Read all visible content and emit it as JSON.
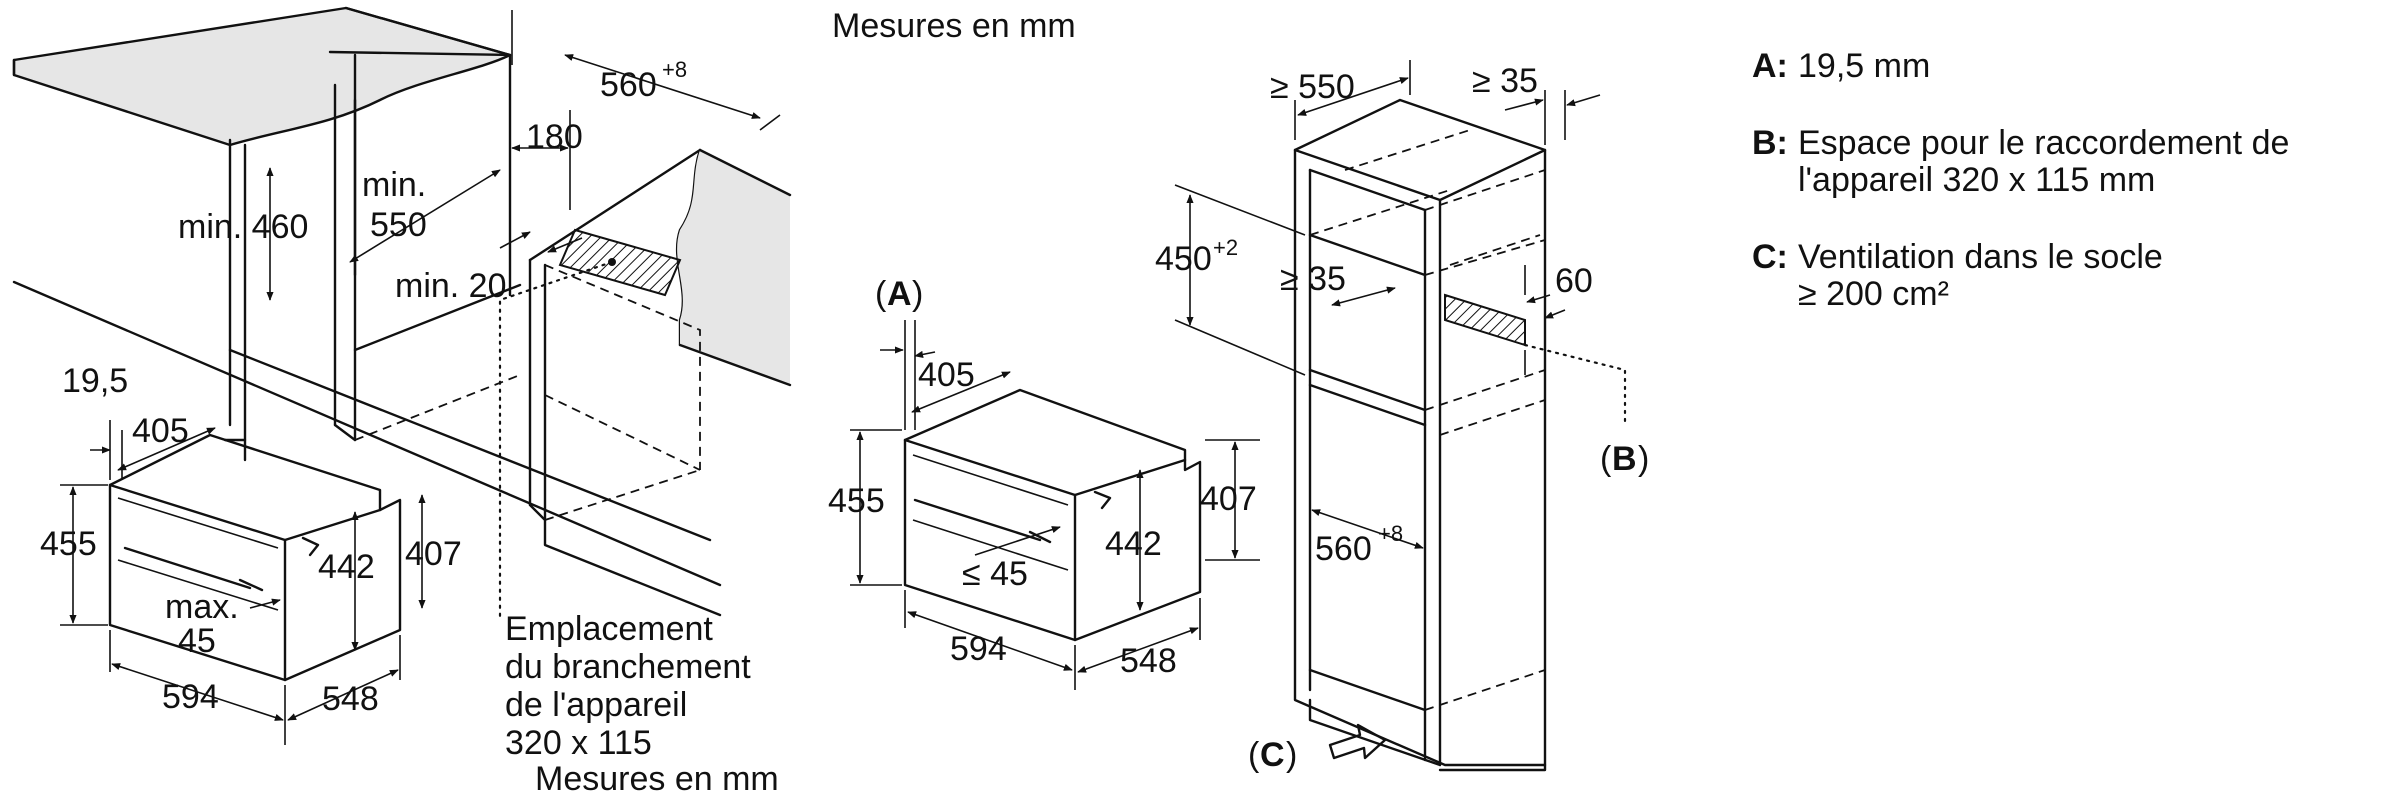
{
  "header": {
    "units_top": "Mesures en mm",
    "units_bottom": "Mesures en mm"
  },
  "left_drawing": {
    "niche": {
      "width_label": "560",
      "width_tol": "+8",
      "depth_label": "180",
      "min_word": "min.",
      "min_550": "550",
      "min_height": "min. 460",
      "min_20": "min. 20",
      "connection_note": [
        "Emplacement",
        "du branchement",
        "de l'appareil",
        "320 x 115"
      ]
    },
    "appliance": {
      "d_19_5": "19,5",
      "d_405": "405",
      "d_455": "455",
      "d_442": "442",
      "d_407": "407",
      "d_max": "max.",
      "d_45": "45",
      "d_594": "594",
      "d_548": "548"
    }
  },
  "middle_drawing": {
    "label_a": "A",
    "d_405": "405",
    "d_455": "455",
    "d_442": "442",
    "d_407": "407",
    "d_le45": "≤ 45",
    "d_594": "594",
    "d_548": "548"
  },
  "right_drawing": {
    "d_ge550": "≥ 550",
    "d_ge35_top": "≥ 35",
    "d_450": "450",
    "d_450_tol": "+2",
    "d_ge35_inner": "≥ 35",
    "d_60": "60",
    "d_560": "560",
    "d_560_tol": "+8",
    "label_b": "B",
    "label_c": "C"
  },
  "legend": {
    "items": [
      {
        "key": "A:",
        "lines": [
          "19,5 mm"
        ]
      },
      {
        "key": "B:",
        "lines": [
          "Espace pour le raccordement de",
          "l'appareil 320 x 115 mm"
        ]
      },
      {
        "key": "C:",
        "lines": [
          "Ventilation dans le socle",
          "≥ 200 cm²"
        ]
      }
    ]
  }
}
